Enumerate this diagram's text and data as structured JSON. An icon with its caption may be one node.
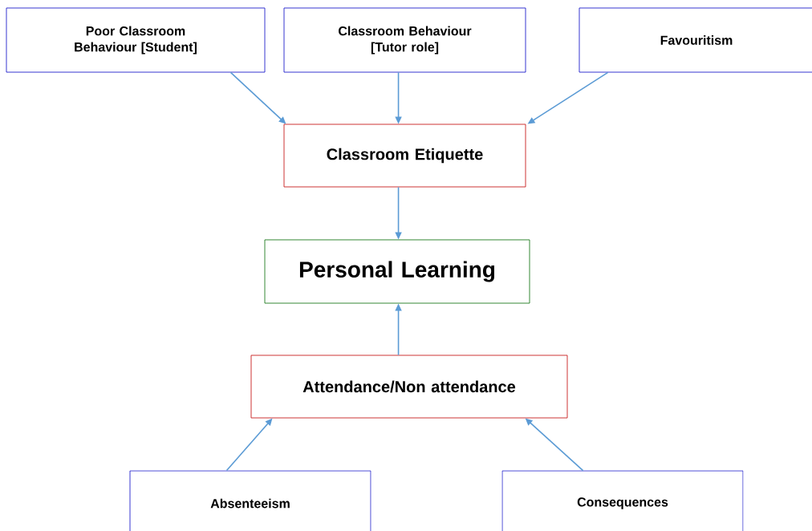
{
  "diagram": {
    "nodes": [
      {
        "text": [
          "Poor Classroom Behaviour [Student]"
        ]
      },
      {
        "text": [
          "Classroom Behaviour [Tutor role]"
        ]
      },
      {
        "text": [
          "Favouritism"
        ]
      },
      {
        "text": [
          "Classroom Etiquette"
        ]
      },
      {
        "text": [
          "Personal Learning"
        ]
      },
      {
        "text": [
          "Attendance/Non attendance"
        ]
      },
      {
        "text": [
          "Absenteeism"
        ]
      },
      {
        "text": [
          "Consequences"
        ]
      }
    ],
    "edges": [
      {
        "from": 0,
        "to": 3,
        "arrow": "to"
      },
      {
        "from": 1,
        "to": 3,
        "arrow": "to"
      },
      {
        "from": 2,
        "to": 3,
        "arrow": "to"
      },
      {
        "from": 3,
        "to": 4,
        "arrow": "to"
      },
      {
        "from": 5,
        "to": 4,
        "arrow": "to"
      },
      {
        "from": 6,
        "to": 5,
        "arrow": "to"
      },
      {
        "from": 7,
        "to": 5,
        "arrow": "to"
      }
    ]
  }
}
